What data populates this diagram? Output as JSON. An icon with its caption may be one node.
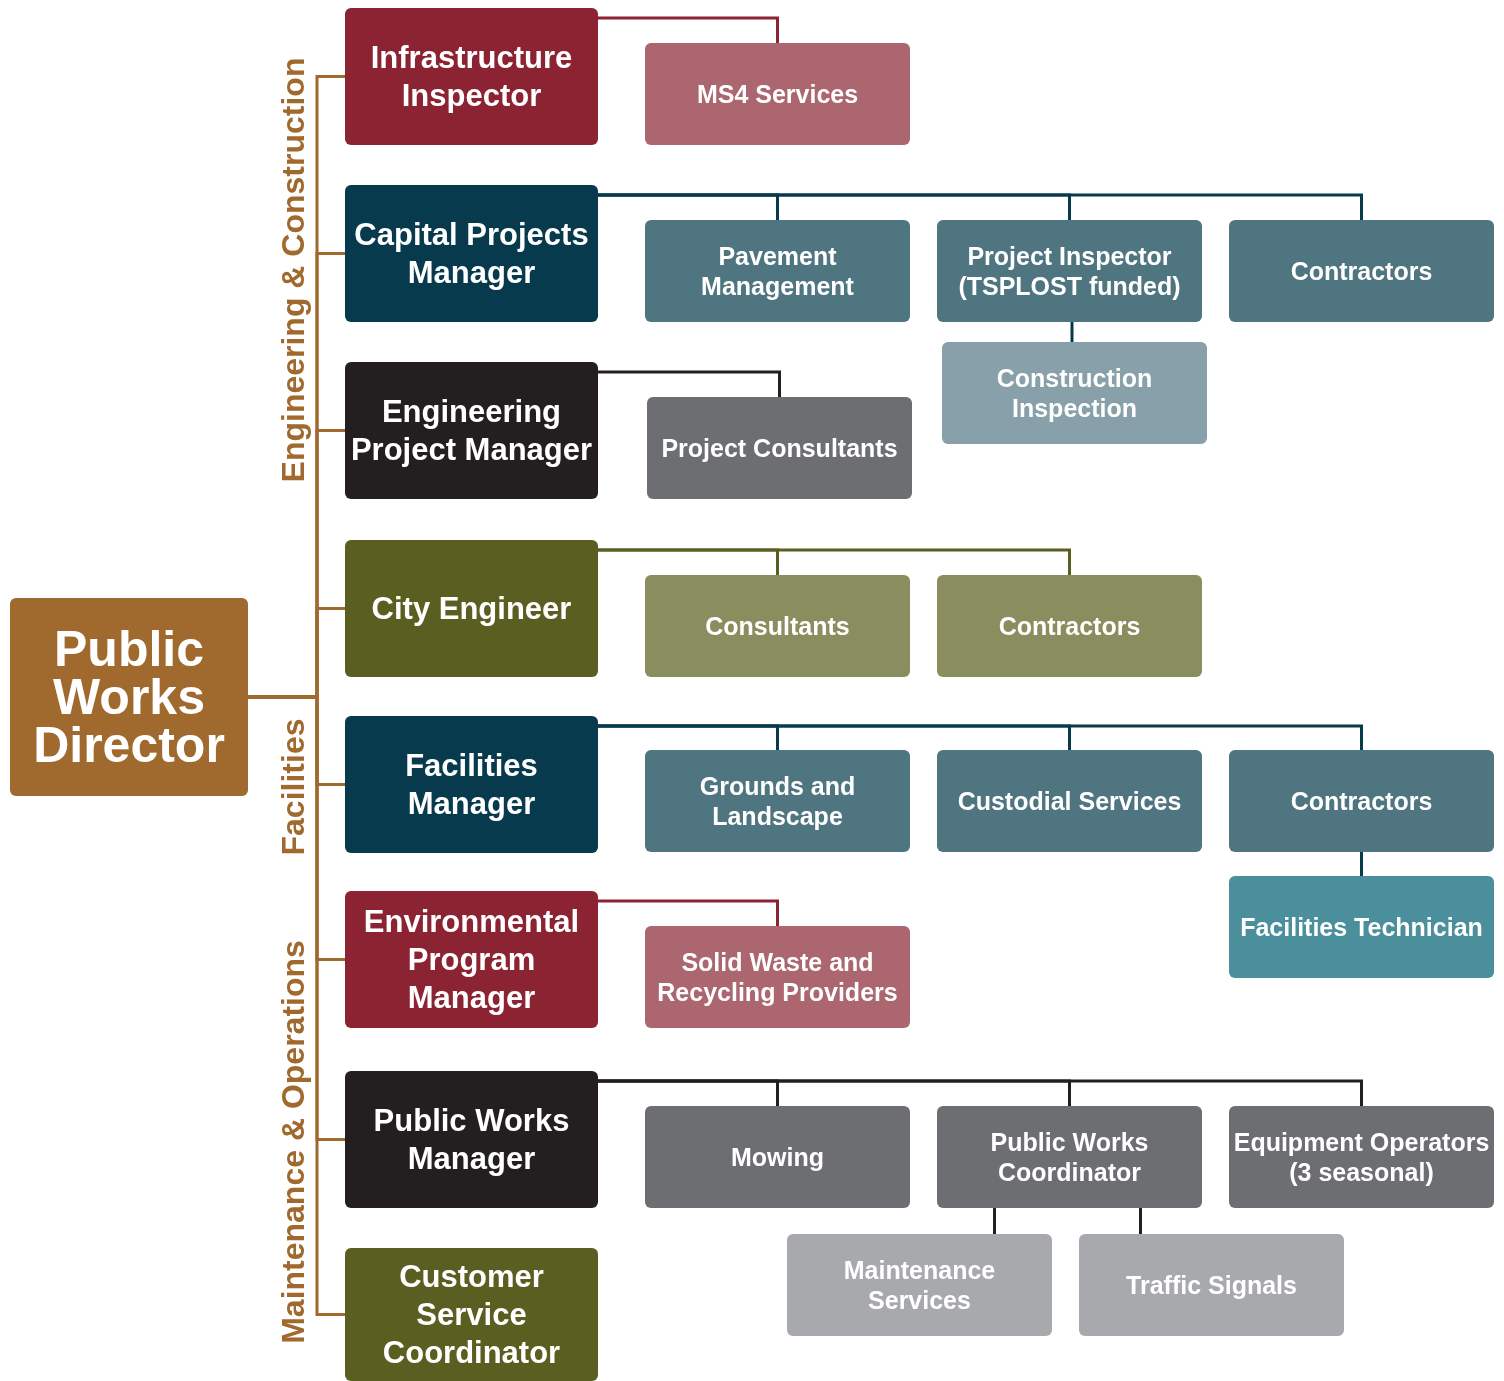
{
  "diagram": {
    "nodes": [
      {
        "text": [
          "Public Works Director"
        ]
      },
      {
        "text": [
          "Infrastructure Inspector"
        ]
      },
      {
        "text": [
          "MS4 Services"
        ]
      },
      {
        "text": [
          "Capital Projects Manager"
        ]
      },
      {
        "text": [
          "Pavement Management"
        ]
      },
      {
        "text": [
          "Project Inspector (TSPLOST funded)"
        ]
      },
      {
        "text": [
          "Contractors"
        ]
      },
      {
        "text": [
          "Construction Inspection"
        ]
      },
      {
        "text": [
          "Engineering Project Manager"
        ]
      },
      {
        "text": [
          "Project Consultants"
        ]
      },
      {
        "text": [
          "City Engineer"
        ]
      },
      {
        "text": [
          "Consultants"
        ]
      },
      {
        "text": [
          "Contractors"
        ]
      },
      {
        "text": [
          "Facilities Manager"
        ]
      },
      {
        "text": [
          "Grounds and Landscape"
        ]
      },
      {
        "text": [
          "Custodial Services"
        ]
      },
      {
        "text": [
          "Contractors"
        ]
      },
      {
        "text": [
          "Facilities Technician"
        ]
      },
      {
        "text": [
          "Environmental Program Manager"
        ]
      },
      {
        "text": [
          "Solid Waste and Recycling Providers"
        ]
      },
      {
        "text": [
          "Public Works Manager"
        ]
      },
      {
        "text": [
          "Mowing"
        ]
      },
      {
        "text": [
          "Public Works Coordinator"
        ]
      },
      {
        "text": [
          "Equipment Operators (3 seasonal)"
        ]
      },
      {
        "text": [
          "Maintenance Services"
        ]
      },
      {
        "text": [
          "Traffic Signals"
        ]
      },
      {
        "text": [
          "Customer Service Coordinator"
        ]
      }
    ],
    "edges": [
      {
        "from": 0,
        "to": 1,
        "arrow": "none"
      },
      {
        "from": 0,
        "to": 3,
        "arrow": "none"
      },
      {
        "from": 0,
        "to": 8,
        "arrow": "none"
      },
      {
        "from": 0,
        "to": 10,
        "arrow": "none"
      },
      {
        "from": 0,
        "to": 13,
        "arrow": "none"
      },
      {
        "from": 0,
        "to": 18,
        "arrow": "none"
      },
      {
        "from": 0,
        "to": 20,
        "arrow": "none"
      },
      {
        "from": 0,
        "to": 26,
        "arrow": "none"
      },
      {
        "from": 1,
        "to": 2,
        "arrow": "none",
        "color": "#8b2332"
      },
      {
        "from": 3,
        "to": 4,
        "arrow": "none",
        "color": "#063a4c"
      },
      {
        "from": 3,
        "to": 5,
        "arrow": "none",
        "color": "#063a4c"
      },
      {
        "from": 3,
        "to": 6,
        "arrow": "none",
        "color": "#063a4c"
      },
      {
        "from": 5,
        "to": 7,
        "arrow": "none",
        "color": "#063a4c"
      },
      {
        "from": 8,
        "to": 9,
        "arrow": "none",
        "color": "#231f20"
      },
      {
        "from": 10,
        "to": 11,
        "arrow": "none",
        "color": "#5a5f21"
      },
      {
        "from": 10,
        "to": 12,
        "arrow": "none",
        "color": "#5a5f21"
      },
      {
        "from": 13,
        "to": 14,
        "arrow": "none",
        "color": "#063a4c"
      },
      {
        "from": 13,
        "to": 15,
        "arrow": "none",
        "color": "#063a4c"
      },
      {
        "from": 13,
        "to": 16,
        "arrow": "none",
        "color": "#063a4c"
      },
      {
        "from": 16,
        "to": 17,
        "arrow": "none",
        "color": "#063a4c"
      },
      {
        "from": 18,
        "to": 19,
        "arrow": "none",
        "color": "#8b2332"
      },
      {
        "from": 20,
        "to": 21,
        "arrow": "none",
        "color": "#231f20"
      },
      {
        "from": 20,
        "to": 22,
        "arrow": "none",
        "color": "#231f20"
      },
      {
        "from": 20,
        "to": 23,
        "arrow": "none",
        "color": "#231f20"
      },
      {
        "from": 22,
        "to": 24,
        "arrow": "none",
        "color": "#231f20"
      },
      {
        "from": 22,
        "to": 25,
        "arrow": "none",
        "color": "#231f20"
      }
    ],
    "labels": [
      "Engineering & Construction",
      "Facilities",
      "Maintenance & Operations"
    ]
  }
}
